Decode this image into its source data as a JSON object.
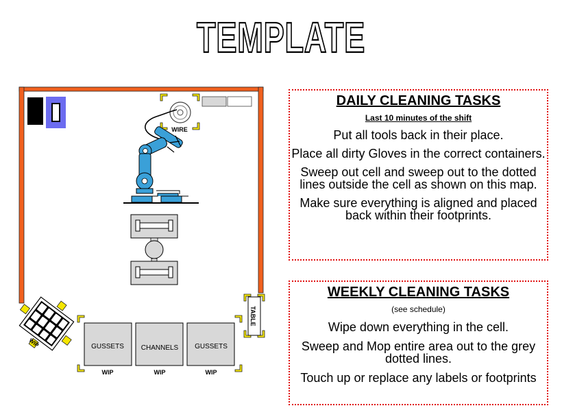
{
  "title": "TEMPLATE",
  "colors": {
    "wall": "#f0601e",
    "robot": "#3aa0d8",
    "footprint_marker": "#f5e600",
    "dotted_border": "#e01010",
    "station_fill": "#d8d8d8",
    "purple_box": "#6c6cf0"
  },
  "map": {
    "wire_label": "WIRE",
    "table_label": "TABLE",
    "wip_label": "WIP",
    "stations": [
      {
        "label": "GUSSETS",
        "wip": "WIP"
      },
      {
        "label": "CHANNELS",
        "wip": "WIP"
      },
      {
        "label": "GUSSETS",
        "wip": "WIP"
      }
    ]
  },
  "daily": {
    "heading": "DAILY CLEANING TASKS",
    "subheading": "Last 10 minutes of the shift",
    "tasks": [
      "Put all tools back in their place.",
      "Place all dirty Gloves in the correct containers.",
      "Sweep out cell and sweep out to the dotted lines outside the cell as shown on this map.",
      "Make sure everything is aligned and placed back within their footprints."
    ]
  },
  "weekly": {
    "heading": "WEEKLY CLEANING TASKS",
    "subheading": "(see schedule)",
    "tasks": [
      "Wipe down everything in the cell.",
      "Sweep and Mop entire area out to the grey dotted lines.",
      "Touch up or replace any labels or footprints"
    ]
  }
}
